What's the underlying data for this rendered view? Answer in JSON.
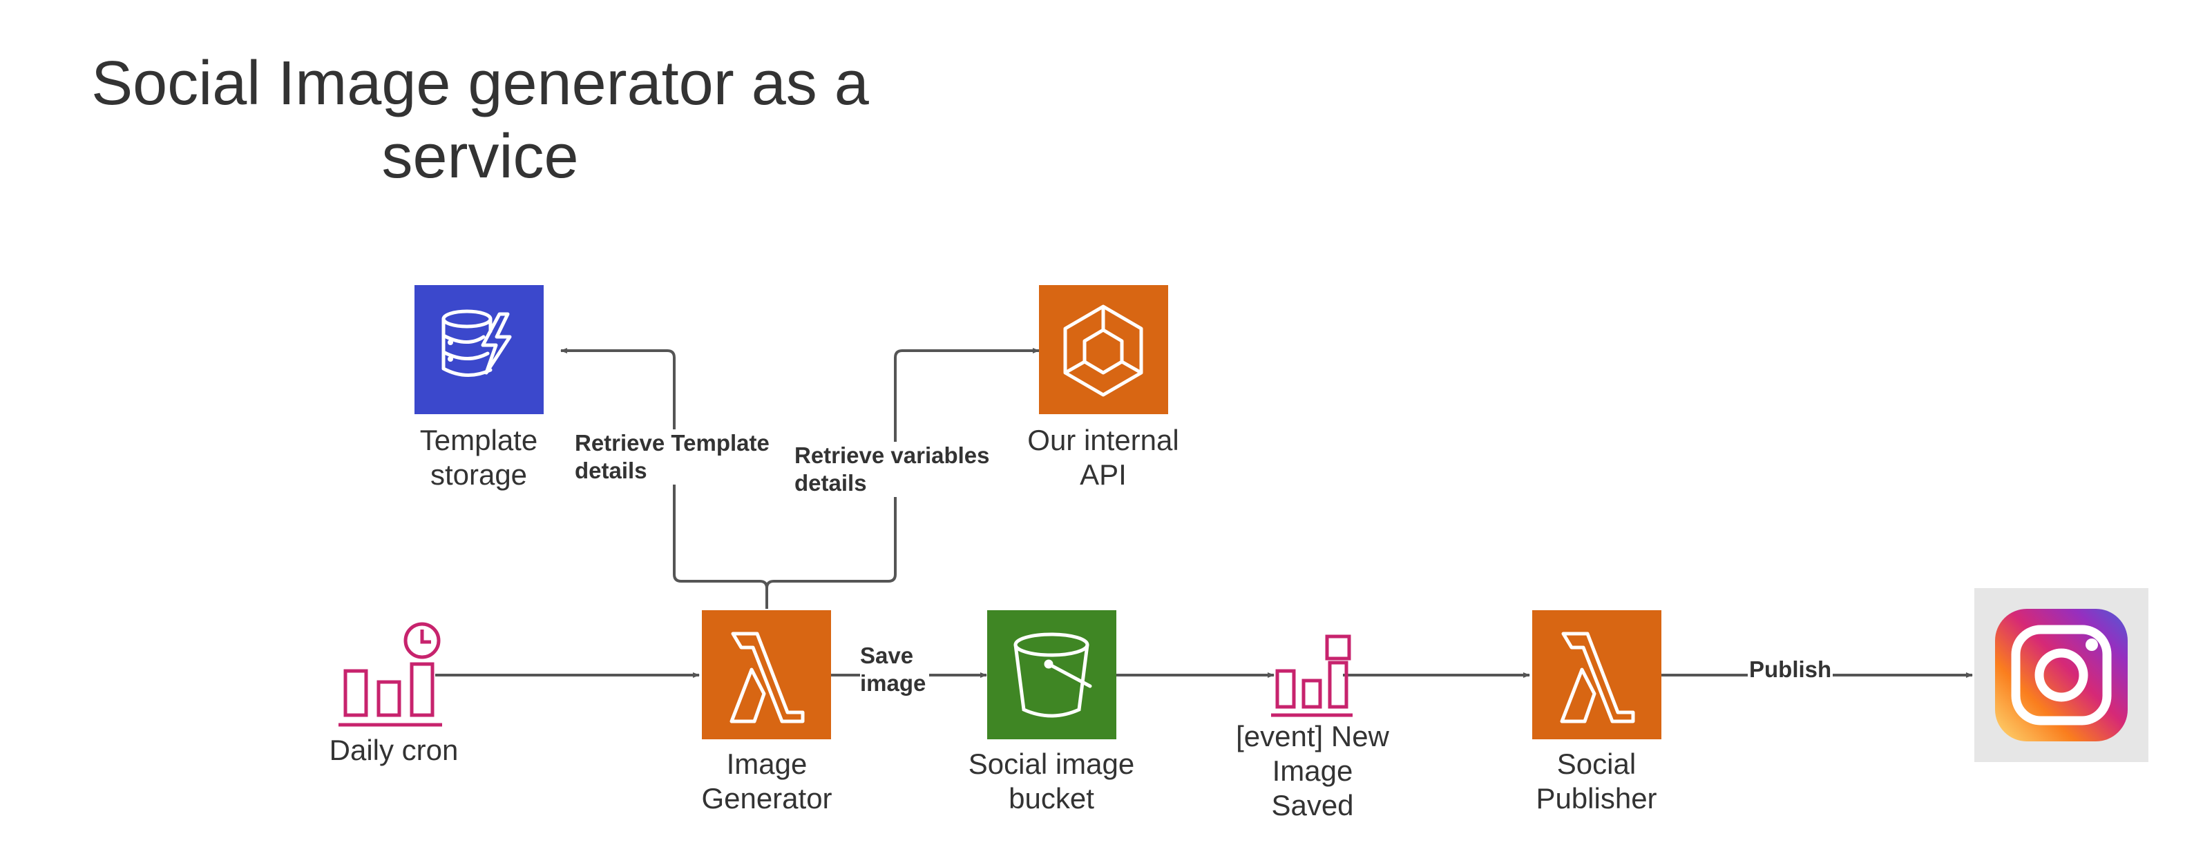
{
  "title": "Social Image generator as a service",
  "nodes": {
    "template_storage": {
      "label": "Template storage",
      "icon": "dynamodb-icon",
      "color": "#3B48CC"
    },
    "internal_api": {
      "label": "Our internal API",
      "icon": "ecs-icon",
      "color": "#D86613"
    },
    "daily_cron": {
      "label": "Daily cron",
      "icon": "eventbridge-scheduled-rule-icon",
      "color": "#C7236D"
    },
    "image_generator": {
      "label": "Image Generator",
      "icon": "lambda-icon",
      "color": "#D86613"
    },
    "bucket": {
      "label": "Social image bucket",
      "icon": "s3-bucket-icon",
      "color": "#3F8624"
    },
    "event": {
      "label": "[event] New Image Saved",
      "icon": "eventbridge-event-icon",
      "color": "#C7236D"
    },
    "social_publisher": {
      "label": "Social Publisher",
      "icon": "lambda-icon",
      "color": "#D86613"
    },
    "instagram": {
      "icon": "instagram-icon"
    }
  },
  "edges": {
    "retrieve_template": "Retrieve Template details",
    "retrieve_variables": "Retrieve variables details",
    "save_image": "Save image",
    "publish": "Publish"
  },
  "colors": {
    "line": "#555555",
    "text": "#333333"
  }
}
